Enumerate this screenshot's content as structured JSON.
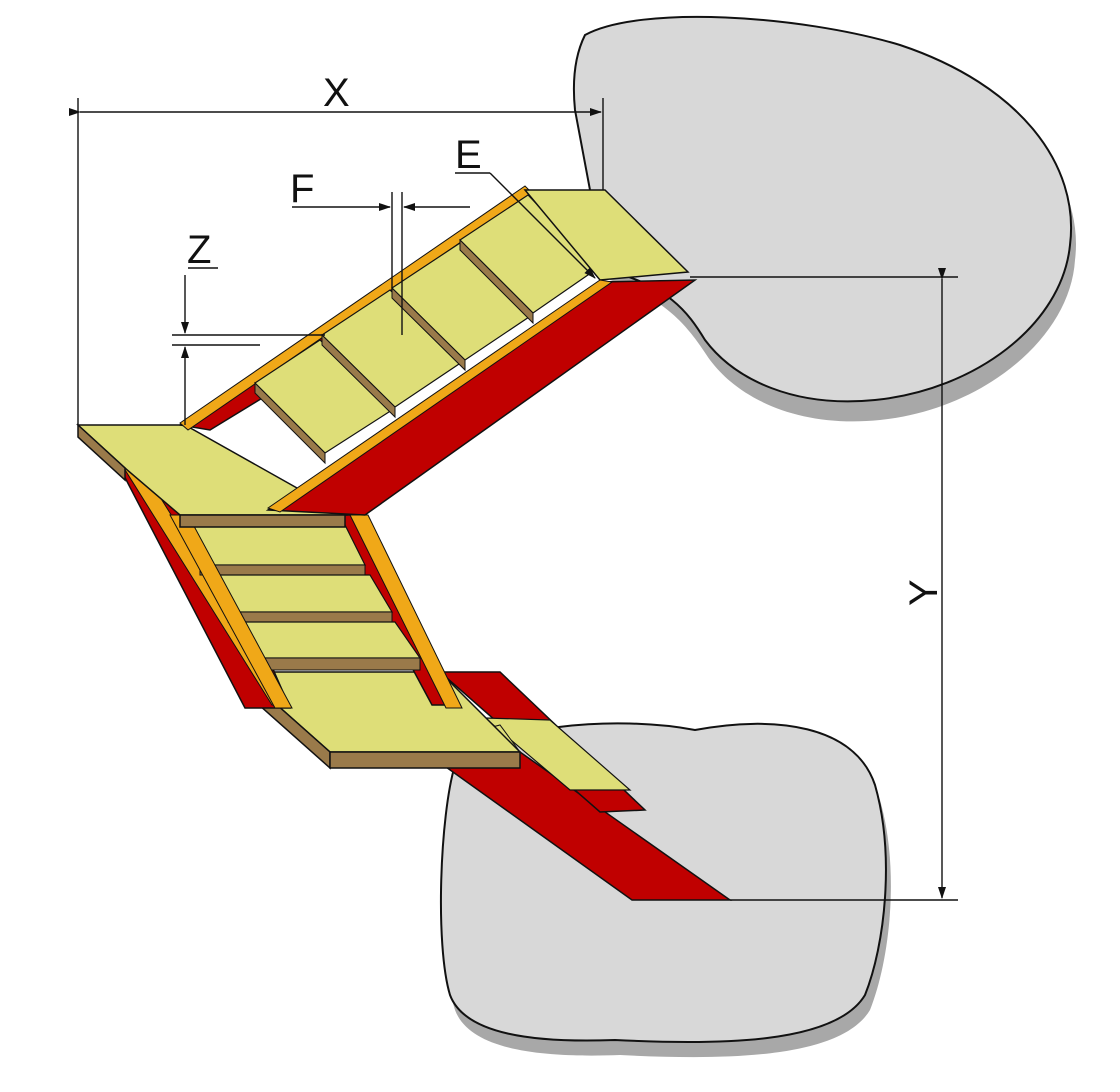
{
  "diagram": {
    "labels": {
      "x": "X",
      "y": "Y",
      "z": "Z",
      "f": "F",
      "e": "E"
    },
    "colors": {
      "stringer_red": "#c00000",
      "stringer_dark": "#8a0000",
      "tread_yellow": "#dede78",
      "tread_edge_brown": "#9a7a4a",
      "stringer_top_orange": "#f0a818",
      "floor_gray": "#d8d8d8",
      "floor_shadow": "#a8a8a8",
      "line": "#111111"
    }
  }
}
